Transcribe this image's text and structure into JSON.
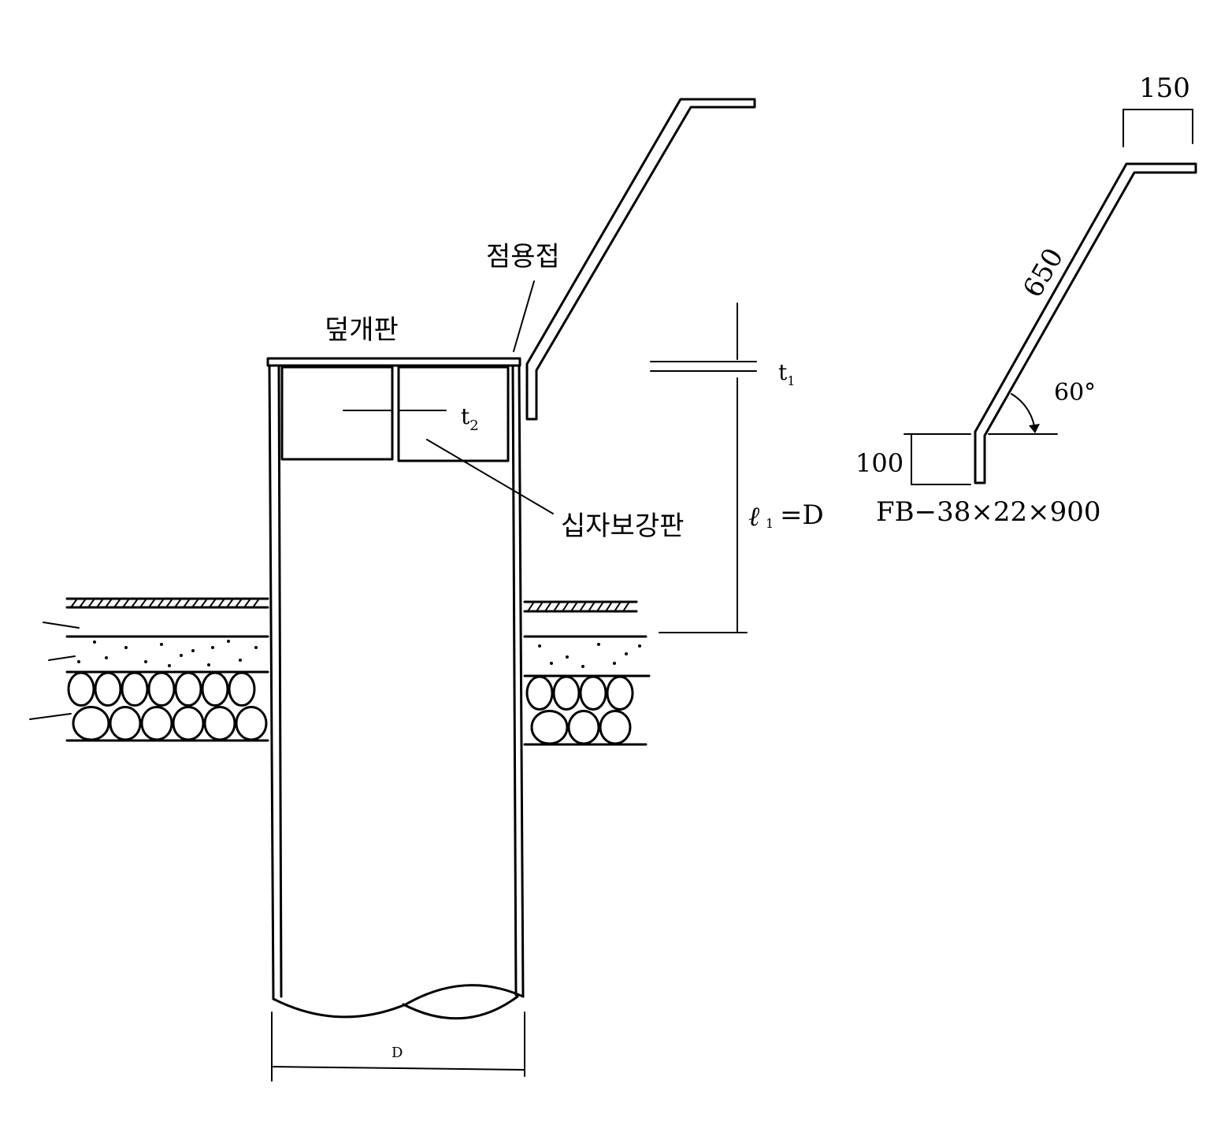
{
  "labels": {
    "spot_weld": "점용접",
    "cover_plate": "덮개판",
    "cross_stiffener": "십자보강판",
    "t1_base": "t",
    "t1_sub": "1",
    "t2_base": "t",
    "t2_sub": "2",
    "l1_sym": "ℓ",
    "l1_sub": "1",
    "l1_eq": "=D",
    "diameter": "D"
  },
  "bar_detail": {
    "dim_top": "150",
    "dim_slope": "650",
    "dim_bottom": "100",
    "angle": "60°",
    "spec": "FB−38×22×900"
  }
}
